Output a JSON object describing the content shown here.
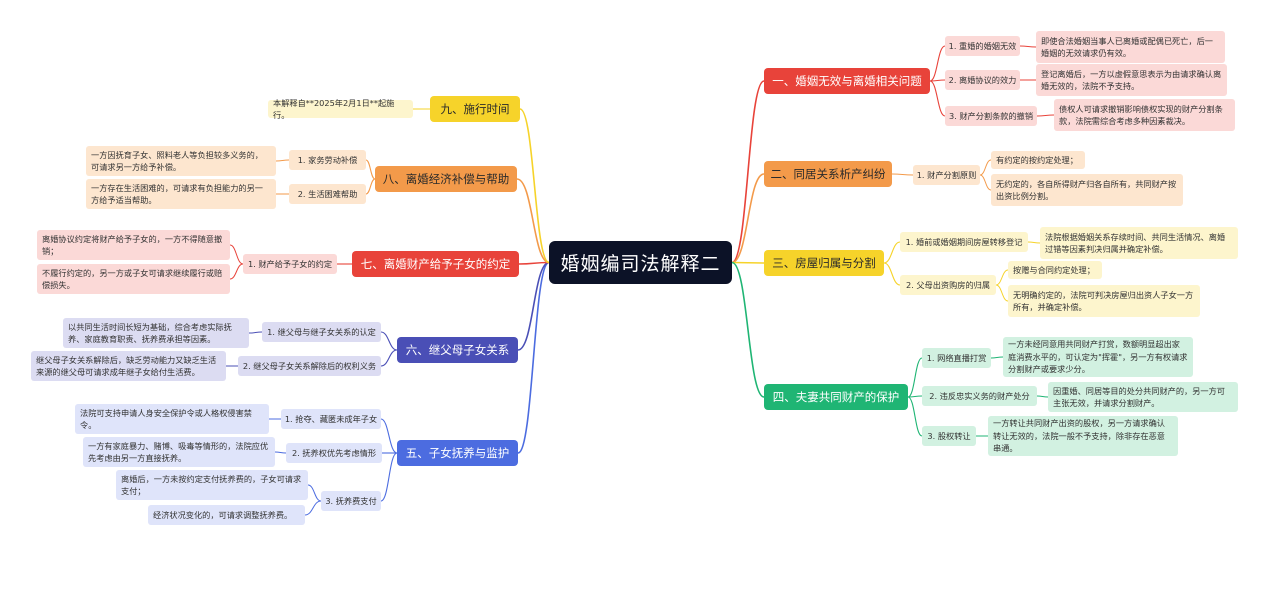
{
  "root": "婚姻编司法解释二",
  "colors": {
    "root_bg": "#0c1227",
    "red": "#e8433a",
    "red_light": "#fbd9d7",
    "orange": "#f39a4a",
    "orange_light": "#fde6cf",
    "yellow": "#f6d32a",
    "yellow_light": "#fdf5cd",
    "green": "#1fb574",
    "green_light": "#d2f1e1",
    "blue": "#4c6ce0",
    "blue_light": "#dfe4fa",
    "purple": "#4a4fb6",
    "purple_light": "#dcdcf2"
  },
  "branches": [
    {
      "label": "一、婚姻无效与离婚相关问题",
      "subs": [
        {
          "label": "1. 重婚的婚姻无效",
          "leaves": [
            "即使合法婚姻当事人已离婚或配偶已死亡，后一婚姻的无效请求仍有效。"
          ]
        },
        {
          "label": "2. 离婚协议的效力",
          "leaves": [
            "登记离婚后，一方以虚假意思表示为由请求确认离婚无效的，法院不予支持。"
          ]
        },
        {
          "label": "3. 财产分割条款的撤销",
          "leaves": [
            "债权人可请求撤销影响债权实现的财产分割条款，法院需综合考虑多种因素裁决。"
          ]
        }
      ]
    },
    {
      "label": "二、同居关系析产纠纷",
      "subs": [
        {
          "label": "1. 财产分割原则",
          "leaves": [
            "有约定的按约定处理；",
            "无约定的，各自所得财产归各自所有，共同财产按出资比例分割。"
          ]
        }
      ]
    },
    {
      "label": "三、房屋归属与分割",
      "subs": [
        {
          "label": "1. 婚前或婚姻期间房屋转移登记",
          "leaves": [
            "法院根据婚姻关系存续时间、共同生活情况、离婚过错等因素判决归属并确定补偿。"
          ]
        },
        {
          "label": "2. 父母出资购房的归属",
          "leaves": [
            "按赠与合同约定处理；",
            "无明确约定的，法院可判决房屋归出资人子女一方所有，并确定补偿。"
          ]
        }
      ]
    },
    {
      "label": "四、夫妻共同财产的保护",
      "subs": [
        {
          "label": "1. 网络直播打赏",
          "leaves": [
            "一方未经同意用共同财产打赏，数额明显超出家庭消费水平的，可认定为\"挥霍\"，另一方有权请求分割财产或要求少分。"
          ]
        },
        {
          "label": "2. 违反忠实义务的财产处分",
          "leaves": [
            "因重婚、同居等目的处分共同财产的，另一方可主张无效，并请求分割财产。"
          ]
        },
        {
          "label": "3. 股权转让",
          "leaves": [
            "一方转让共同财产出资的股权，另一方请求确认转让无效的，法院一般不予支持，除非存在恶意串通。"
          ]
        }
      ]
    },
    {
      "label": "五、子女抚养与监护",
      "subs": [
        {
          "label": "1. 抢夺、藏匿未成年子女",
          "leaves": [
            "法院可支持申请人身安全保护令或人格权侵害禁令。"
          ]
        },
        {
          "label": "2. 抚养权优先考虑情形",
          "leaves": [
            "一方有家庭暴力、赌博、吸毒等情形的，法院应优先考虑由另一方直接抚养。"
          ]
        },
        {
          "label": "3. 抚养费支付",
          "leaves": [
            "离婚后，一方未按约定支付抚养费的，子女可请求支付；",
            "经济状况变化的，可请求调整抚养费。"
          ]
        }
      ]
    },
    {
      "label": "六、继父母子女关系",
      "subs": [
        {
          "label": "1. 继父母与继子女关系的认定",
          "leaves": [
            "以共同生活时间长短为基础，综合考虑实际抚养、家庭教育职责、抚养费承担等因素。"
          ]
        },
        {
          "label": "2. 继父母子女关系解除后的权利义务",
          "leaves": [
            "继父母子女关系解除后，缺乏劳动能力又缺乏生活来源的继父母可请求成年继子女给付生活费。"
          ]
        }
      ]
    },
    {
      "label": "七、离婚财产给予子女的约定",
      "subs": [
        {
          "label": "1. 财产给予子女的约定",
          "leaves": [
            "离婚协议约定将财产给予子女的，一方不得随意撤销；",
            "不履行约定的，另一方或子女可请求继续履行或赔偿损失。"
          ]
        }
      ]
    },
    {
      "label": "八、离婚经济补偿与帮助",
      "subs": [
        {
          "label": "1. 家务劳动补偿",
          "leaves": [
            "一方因抚育子女、照料老人等负担较多义务的，可请求另一方给予补偿。"
          ]
        },
        {
          "label": "2. 生活困难帮助",
          "leaves": [
            "一方存在生活困难的，可请求有负担能力的另一方给予适当帮助。"
          ]
        }
      ]
    },
    {
      "label": "九、施行时间",
      "subs": [],
      "leaves": [
        "本解释自**2025年2月1日**起施行。"
      ]
    }
  ]
}
